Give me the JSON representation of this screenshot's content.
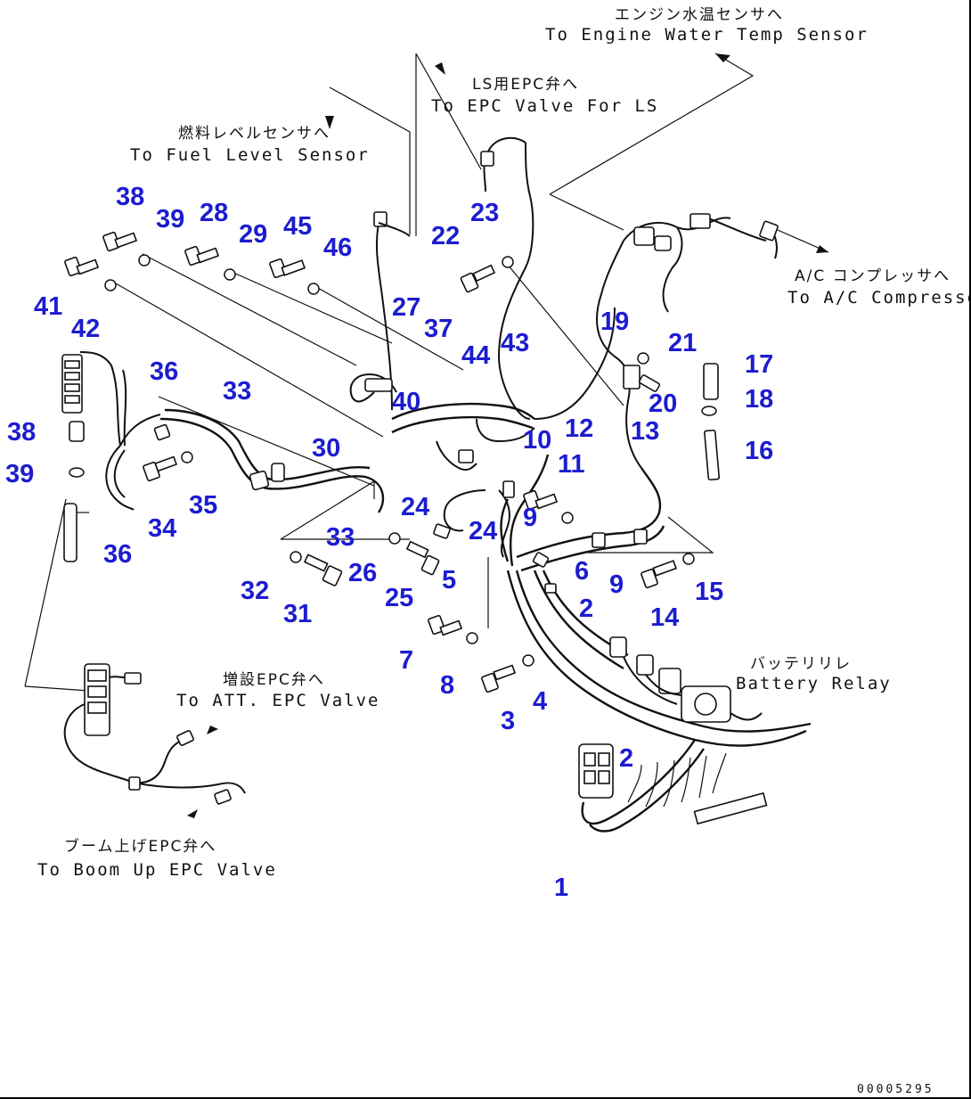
{
  "labels": {
    "engine_water_jp": "エンジン水温センサへ",
    "engine_water_en": "To Engine Water Temp Sensor",
    "ls_epc_jp": "LS用EPC弁へ",
    "ls_epc_en": "To EPC Valve For LS",
    "fuel_level_jp": "燃料レベルセンサへ",
    "fuel_level_en": "To Fuel Level Sensor",
    "ac_comp_jp": "A/C コンプレッサへ",
    "ac_comp_en": "To A/C Compressor",
    "battery_relay_jp": "バッテリリレ",
    "battery_relay_en": "Battery Relay",
    "att_epc_jp": "増設EPC弁へ",
    "att_epc_en": "To ATT. EPC Valve",
    "boom_up_jp": "ブーム上げEPC弁へ",
    "boom_up_en": "To Boom Up EPC Valve"
  },
  "drawing_code": "00005295",
  "callouts": [
    {
      "id": "c1",
      "text": "1"
    },
    {
      "id": "c2a",
      "text": "2"
    },
    {
      "id": "c2b",
      "text": "2"
    },
    {
      "id": "c3",
      "text": "3"
    },
    {
      "id": "c4",
      "text": "4"
    },
    {
      "id": "c5",
      "text": "5"
    },
    {
      "id": "c6",
      "text": "6"
    },
    {
      "id": "c7",
      "text": "7"
    },
    {
      "id": "c8",
      "text": "8"
    },
    {
      "id": "c9a",
      "text": "9"
    },
    {
      "id": "c9b",
      "text": "9"
    },
    {
      "id": "c10",
      "text": "10"
    },
    {
      "id": "c11",
      "text": "11"
    },
    {
      "id": "c12",
      "text": "12"
    },
    {
      "id": "c13",
      "text": "13"
    },
    {
      "id": "c14",
      "text": "14"
    },
    {
      "id": "c15",
      "text": "15"
    },
    {
      "id": "c16",
      "text": "16"
    },
    {
      "id": "c17",
      "text": "17"
    },
    {
      "id": "c18",
      "text": "18"
    },
    {
      "id": "c19",
      "text": "19"
    },
    {
      "id": "c20",
      "text": "20"
    },
    {
      "id": "c21",
      "text": "21"
    },
    {
      "id": "c22",
      "text": "22"
    },
    {
      "id": "c23",
      "text": "23"
    },
    {
      "id": "c24a",
      "text": "24"
    },
    {
      "id": "c24b",
      "text": "24"
    },
    {
      "id": "c25",
      "text": "25"
    },
    {
      "id": "c26",
      "text": "26"
    },
    {
      "id": "c27",
      "text": "27"
    },
    {
      "id": "c28",
      "text": "28"
    },
    {
      "id": "c29",
      "text": "29"
    },
    {
      "id": "c30",
      "text": "30"
    },
    {
      "id": "c31",
      "text": "31"
    },
    {
      "id": "c32",
      "text": "32"
    },
    {
      "id": "c33a",
      "text": "33"
    },
    {
      "id": "c33b",
      "text": "33"
    },
    {
      "id": "c34",
      "text": "34"
    },
    {
      "id": "c35",
      "text": "35"
    },
    {
      "id": "c36a",
      "text": "36"
    },
    {
      "id": "c36b",
      "text": "36"
    },
    {
      "id": "c37",
      "text": "37"
    },
    {
      "id": "c38a",
      "text": "38"
    },
    {
      "id": "c38b",
      "text": "38"
    },
    {
      "id": "c39a",
      "text": "39"
    },
    {
      "id": "c39b",
      "text": "39"
    },
    {
      "id": "c40",
      "text": "40"
    },
    {
      "id": "c41",
      "text": "41"
    },
    {
      "id": "c42",
      "text": "42"
    },
    {
      "id": "c43",
      "text": "43"
    },
    {
      "id": "c44",
      "text": "44"
    },
    {
      "id": "c45",
      "text": "45"
    },
    {
      "id": "c46",
      "text": "46"
    }
  ]
}
